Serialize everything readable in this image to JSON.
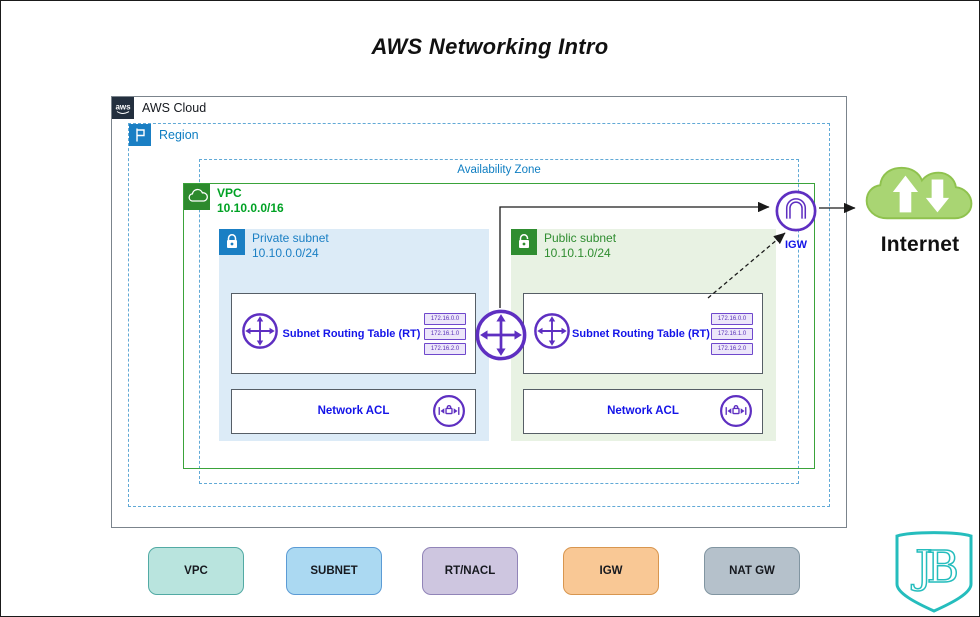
{
  "title": "AWS Networking Intro",
  "aws_cloud": {
    "label": "AWS Cloud",
    "logo_text": "aws"
  },
  "region": {
    "label": "Region"
  },
  "availability_zone": {
    "label": "Availability Zone"
  },
  "vpc": {
    "label": "VPC",
    "cidr": "10.10.0.0/16"
  },
  "private_subnet": {
    "label": "Private subnet",
    "cidr": "10.10.0.0/24"
  },
  "public_subnet": {
    "label": "Public subnet",
    "cidr": "10.10.1.0/24"
  },
  "route_table": {
    "label": "Subnet Routing Table (RT)",
    "routes": [
      "172.16.0.0",
      "172.16.1.0",
      "172.16.2.0"
    ]
  },
  "network_acl": {
    "label": "Network ACL"
  },
  "igw": {
    "label": "IGW"
  },
  "internet": {
    "label": "Internet"
  },
  "legend": [
    {
      "label": "VPC",
      "fill": "#b9e4de",
      "border": "#52aaa4"
    },
    {
      "label": "SUBNET",
      "fill": "#abd9f2",
      "border": "#5b9bd5"
    },
    {
      "label": "RT/NACL",
      "fill": "#cec6e0",
      "border": "#9184b8"
    },
    {
      "label": "IGW",
      "fill": "#f9c895",
      "border": "#d8964f"
    },
    {
      "label": "NAT GW",
      "fill": "#b5c1cb",
      "border": "#8195a1"
    }
  ],
  "logo": {
    "monogram": "JB"
  },
  "colors": {
    "purple": "#5e2fc1",
    "link_blue": "#1414e8",
    "subnet_blue": "#1a7fc4",
    "vpc_green_text": "#00a224",
    "vpc_green_border": "#3aa33a",
    "public_green": "#2f8d30",
    "dashed_blue": "#61a9d6",
    "private_subnet_bg": "#dcebf7",
    "public_subnet_bg": "#e8f2e3",
    "cloud_fill": "#a9d573",
    "aws_navy": "#232f3e",
    "logo_teal": "#25bdbd"
  }
}
